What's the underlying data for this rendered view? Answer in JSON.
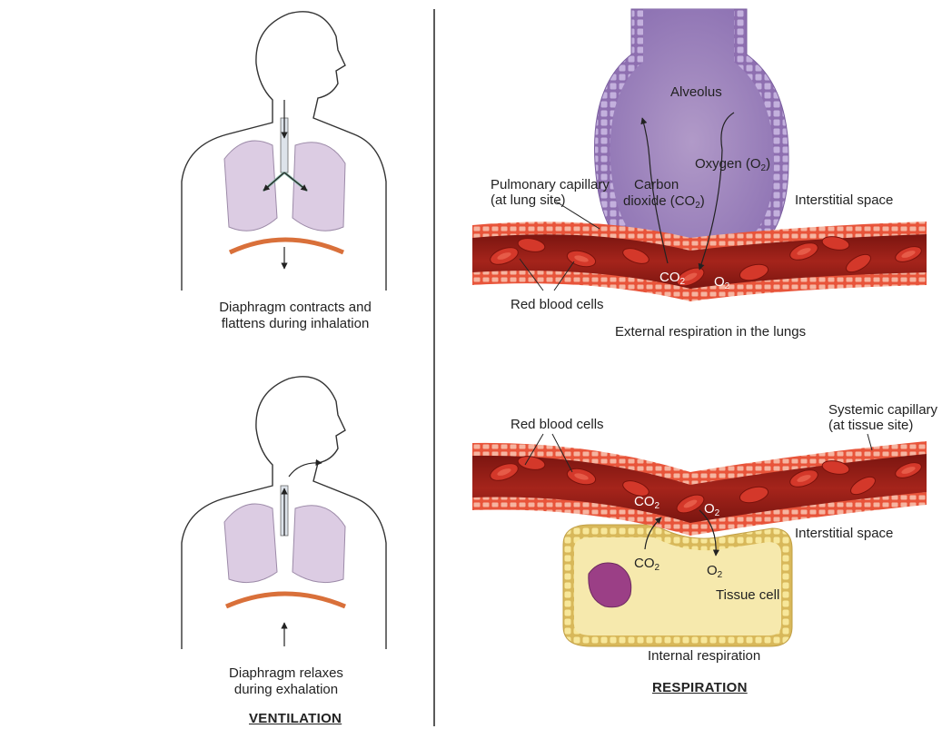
{
  "ventilation": {
    "title": "VENTILATION",
    "inhalation_caption_line1": "Diaphragm contracts and",
    "inhalation_caption_line2": "flattens during inhalation",
    "exhalation_caption_line1": "Diaphragm relaxes",
    "exhalation_caption_line2": "during exhalation"
  },
  "respiration": {
    "title": "RESPIRATION",
    "external": {
      "caption": "External respiration in the lungs",
      "alveolus": "Alveolus",
      "pulmonary_capillary_line1": "Pulmonary capillary",
      "pulmonary_capillary_line2": "(at lung site)",
      "carbon_dioxide_line1": "Carbon",
      "carbon_dioxide_line2": "dioxide (CO",
      "oxygen": "Oxygen (O",
      "interstitial_space": "Interstitial space",
      "red_blood_cells": "Red blood cells",
      "co2": "CO",
      "o2": "O"
    },
    "internal": {
      "caption": "Internal respiration",
      "systemic_capillary_line1": "Systemic capillary",
      "systemic_capillary_line2": "(at tissue site)",
      "red_blood_cells": "Red blood cells",
      "interstitial_space": "Interstitial space",
      "tissue_cell": "Tissue cell",
      "co2_top": "CO",
      "o2_top": "O",
      "co2_bottom": "CO",
      "o2_bottom": "O"
    }
  },
  "subscripts": {
    "two": "2",
    "close_paren": ")"
  },
  "colors": {
    "lung": "#d9cbe0",
    "diaphragm": "#d9703a",
    "alveolus": "#a98ac4",
    "vessel_wall": "#e8543a",
    "blood": "#8e1c16",
    "rbc": "#d4382a",
    "tissue_cell": "#f6e7a6",
    "nucleus": "#9b3f86",
    "divider": "#5a5a5a"
  }
}
